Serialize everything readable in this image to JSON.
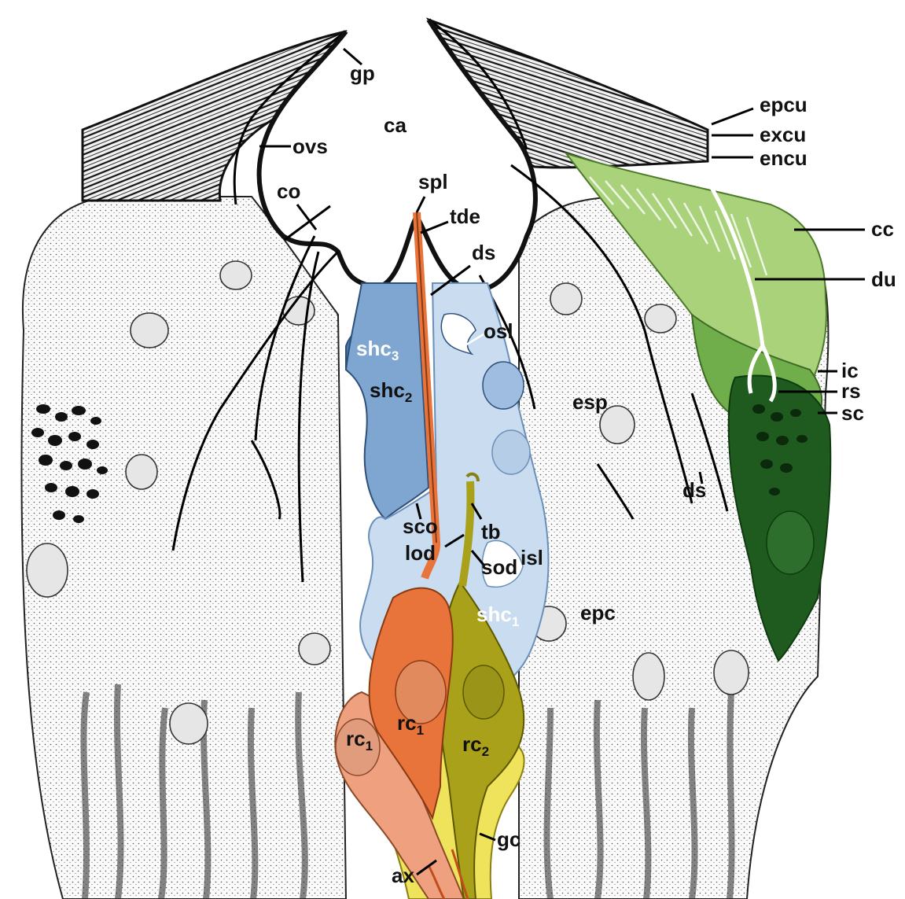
{
  "colors": {
    "sheath_cell_dark_blue": "#4a79ad",
    "sheath_cell_mid_blue": "#7fa6d1",
    "sheath_cell_light_blue": "#c9dcf0",
    "receptor_cell_1_orange": "#e8743b",
    "receptor_cell_1_light": "#eea07f",
    "receptor_cell_2_olive": "#a9a11a",
    "glial_cell_yellow": "#efe35b",
    "cuticle_black": "#111111",
    "gland_light_green": "#a9d27a",
    "gland_mid_green": "#6fae4a",
    "gland_dark_green": "#1f5a1f"
  },
  "labels": {
    "gp": "gp",
    "ca": "ca",
    "ovs": "ovs",
    "co": "co",
    "spl": "spl",
    "tde": "tde",
    "ds_center": "ds",
    "osl": "osl",
    "shc3": "shc",
    "shc3_sub": "3",
    "shc2": "shc",
    "shc2_sub": "2",
    "esp": "esp",
    "sco": "sco",
    "tb": "tb",
    "lod": "lod",
    "sod": "sod",
    "isl": "isl",
    "shc1": "shc",
    "shc1_sub": "1",
    "epc": "epc",
    "rc1_left": "rc",
    "rc1_left_sub": "1",
    "rc1_right": "rc",
    "rc1_right_sub": "1",
    "rc2": "rc",
    "rc2_sub": "2",
    "gc": "gc",
    "ax": "ax",
    "epcu": "epcu",
    "excu": "excu",
    "encu": "encu",
    "cc": "cc",
    "du": "du",
    "ic": "ic",
    "rs": "rs",
    "sc": "sc",
    "ds_right": "ds"
  }
}
